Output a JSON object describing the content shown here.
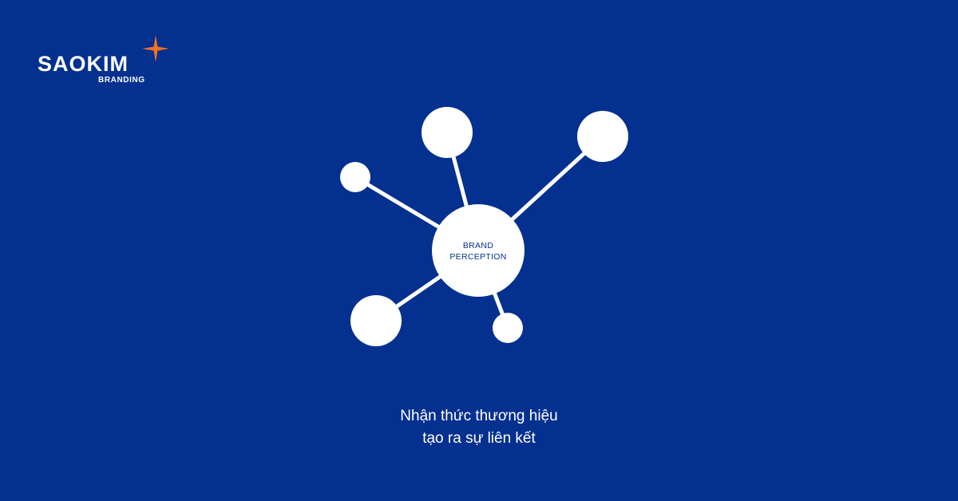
{
  "brand": {
    "name": "SAOKIM",
    "sub": "BRANDING",
    "star_color": "#F37021"
  },
  "diagram": {
    "center_label_line1": "BRAND",
    "center_label_line2": "PERCEPTION",
    "node_color": "#FFFFFF",
    "center_text_color": "#04308F"
  },
  "caption": {
    "line1": "Nhận thức thương hiệu",
    "line2": "tạo ra sự liên kết"
  },
  "colors": {
    "background": "#04308F"
  }
}
